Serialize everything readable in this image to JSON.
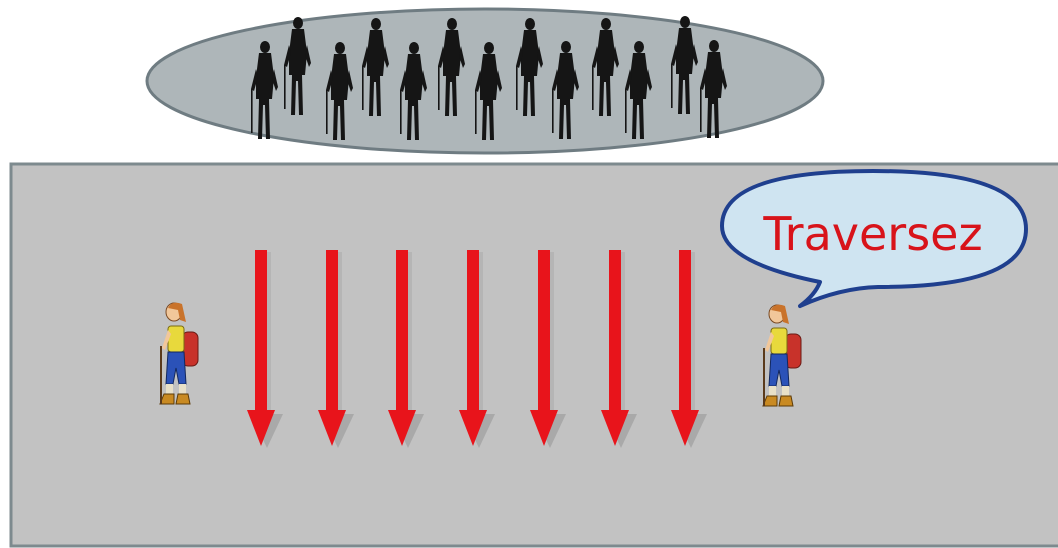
{
  "scene": {
    "speech_bubble_text": "Traversez",
    "crowd_count": 13,
    "arrow_count": 7,
    "hiker_count": 2,
    "icons": [
      "silhouette-walker-icon",
      "hiker-icon",
      "down-arrow-icon",
      "speech-bubble"
    ]
  },
  "colors": {
    "crowd_ellipse_fill": "#aeb6b9",
    "crowd_ellipse_stroke": "#6f7c82",
    "zone_fill": "#c2c2c2",
    "zone_stroke": "#7d8a8e",
    "arrow_fill": "#e8141b",
    "arrow_shade": "#b8b8b8",
    "bubble_fill": "#cfe4f1",
    "bubble_stroke": "#1f3f8e",
    "bubble_text": "#d8131a",
    "silhouette": "#151515"
  }
}
